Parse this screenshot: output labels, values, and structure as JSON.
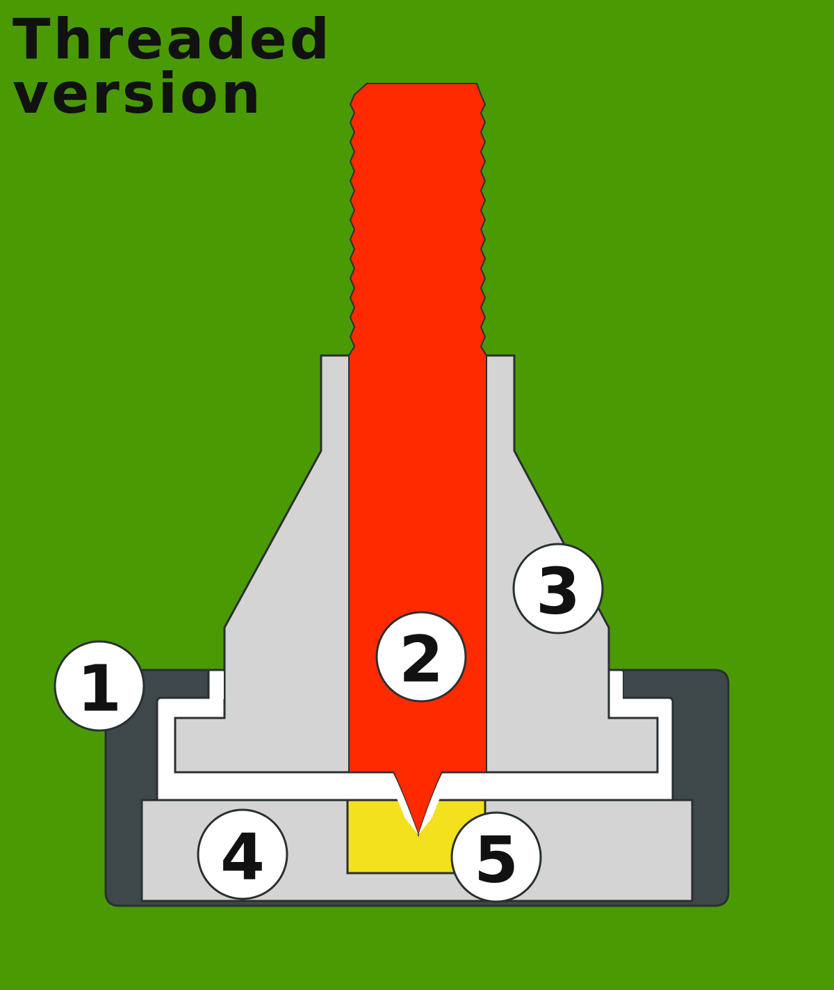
{
  "title": {
    "line1": "Threaded",
    "line2": "version"
  },
  "colors": {
    "background": "#4a9a04",
    "stud": "#ff2a00",
    "body": "#d4d4d4",
    "housing": "#3e474a",
    "gap": "#ffffff",
    "insert": "#f2e11c"
  },
  "callouts": [
    {
      "id": "1",
      "label": "1"
    },
    {
      "id": "2",
      "label": "2"
    },
    {
      "id": "3",
      "label": "3"
    },
    {
      "id": "4",
      "label": "4"
    },
    {
      "id": "5",
      "label": "5"
    }
  ]
}
